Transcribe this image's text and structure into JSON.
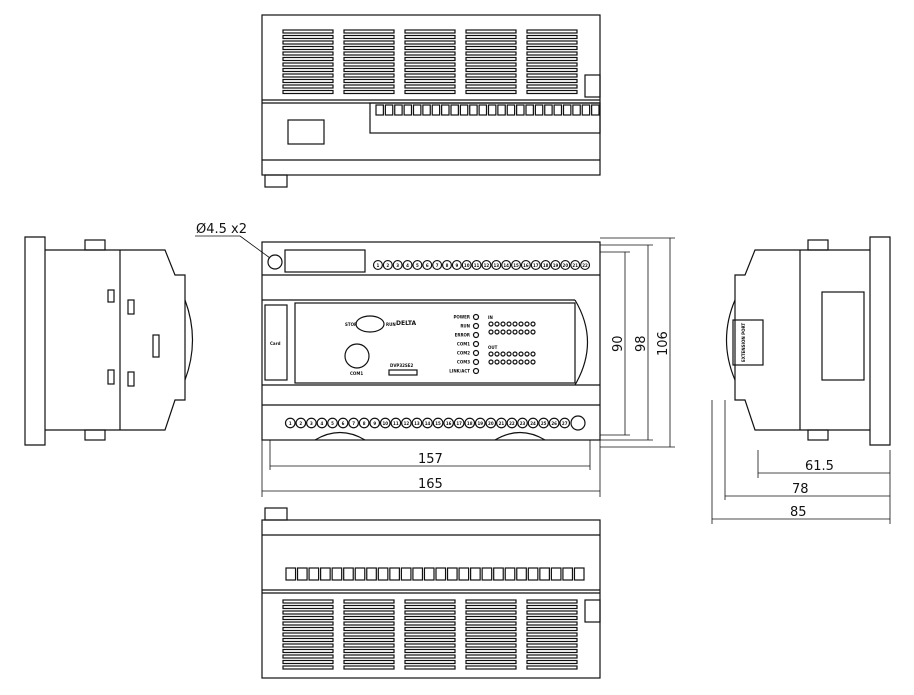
{
  "dimensions": {
    "hole": "Ø4.5  x2",
    "width_inner": "157",
    "width_outer": "165",
    "height_90": "90",
    "height_98": "98",
    "height_106": "106",
    "depth_61_5": "61.5",
    "depth_78": "78",
    "depth_85": "85"
  },
  "front_panel": {
    "card": "Card",
    "stop": "STOP",
    "run": "RUN",
    "brand": "DELTA",
    "model": "DVP32SE2",
    "com1": "COM1",
    "leds": [
      "POWER",
      "RUN",
      "ERROR",
      "COM1",
      "COM2",
      "COM3",
      "LINK/ACT"
    ],
    "in_label": "IN",
    "out_label": "OUT",
    "top_terminals": [
      "1",
      "2",
      "3",
      "4",
      "5",
      "6",
      "7",
      "8",
      "9",
      "10",
      "11",
      "12",
      "13",
      "14",
      "15",
      "16",
      "17",
      "18",
      "19",
      "20",
      "21",
      "22"
    ],
    "bottom_terminals": [
      "1",
      "2",
      "3",
      "4",
      "5",
      "6",
      "7",
      "8",
      "9",
      "10",
      "11",
      "12",
      "13",
      "14",
      "15",
      "16",
      "17",
      "18",
      "19",
      "20",
      "21",
      "22",
      "23",
      "24",
      "25",
      "26",
      "27"
    ]
  },
  "side_panel": {
    "extension_port": "EXTENSION PORT"
  }
}
